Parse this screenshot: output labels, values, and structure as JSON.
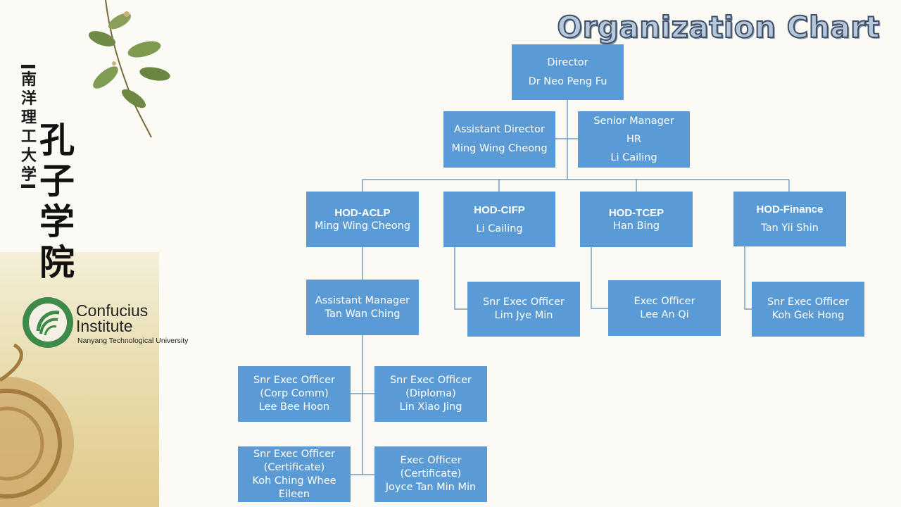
{
  "title": "Organization Chart",
  "brand": {
    "vertical_small": "南洋理工大学",
    "vertical_big": "孔子学院",
    "name": "Confucius\nInstitute",
    "subtitle": "Nanyang Technological University"
  },
  "colors": {
    "box": "#5b9bd5",
    "line": "#5a86b0",
    "title_fill": "#b9c8d8",
    "title_stroke": "#3b4f6a"
  },
  "nodes": {
    "director": {
      "lines": [
        "Director",
        "Dr Neo Peng Fu"
      ]
    },
    "asst_director": {
      "lines": [
        "Assistant Director",
        "Ming Wing Cheong"
      ]
    },
    "senior_manager": {
      "lines": [
        "Senior Manager",
        "HR",
        "Li Cailing"
      ]
    },
    "hod_aclp": {
      "role": "HOD-ACLP",
      "name": "Ming Wing Cheong"
    },
    "hod_cifp": {
      "role": "HOD-CIFP",
      "name": "Li Cailing"
    },
    "hod_tcep": {
      "role": "HOD-TCEP",
      "name": "Han Bing"
    },
    "hod_finance": {
      "role": "HOD-Finance",
      "name": "Tan Yii Shin"
    },
    "asst_manager": {
      "lines": [
        "Assistant Manager",
        "Tan Wan Ching"
      ]
    },
    "seo_cifp": {
      "lines": [
        "Snr Exec Officer",
        "Lim Jye Min"
      ]
    },
    "eo_tcep": {
      "lines": [
        "Exec Officer",
        "Lee An Qi"
      ]
    },
    "seo_finance": {
      "lines": [
        "Snr Exec Officer",
        "Koh Gek Hong"
      ]
    },
    "seo_corpcomm": {
      "lines": [
        "Snr Exec Officer",
        "(Corp Comm)",
        "Lee Bee  Hoon"
      ]
    },
    "seo_diploma": {
      "lines": [
        "Snr Exec Officer",
        "(Diploma)",
        "Lin Xiao Jing"
      ]
    },
    "seo_cert": {
      "lines": [
        "Snr Exec Officer",
        "(Certificate)",
        "Koh Ching Whee",
        "Eileen"
      ]
    },
    "eo_cert": {
      "lines": [
        "Exec Officer",
        "(Certificate)",
        "Joyce Tan Min Min"
      ]
    }
  }
}
